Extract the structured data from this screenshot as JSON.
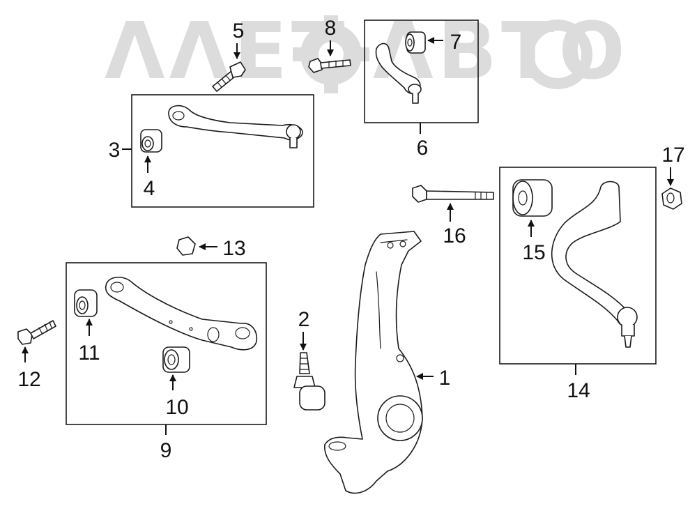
{
  "watermark": {
    "text": "ΛΛΕΤ",
    "text2": "ΛΒΤΟ"
  },
  "callouts": {
    "c1": "1",
    "c2": "2",
    "c3": "3",
    "c4": "4",
    "c5": "5",
    "c6": "6",
    "c7": "7",
    "c8": "8",
    "c9": "9",
    "c10": "10",
    "c11": "11",
    "c12": "12",
    "c13": "13",
    "c14": "14",
    "c15": "15",
    "c16": "16",
    "c17": "17"
  }
}
